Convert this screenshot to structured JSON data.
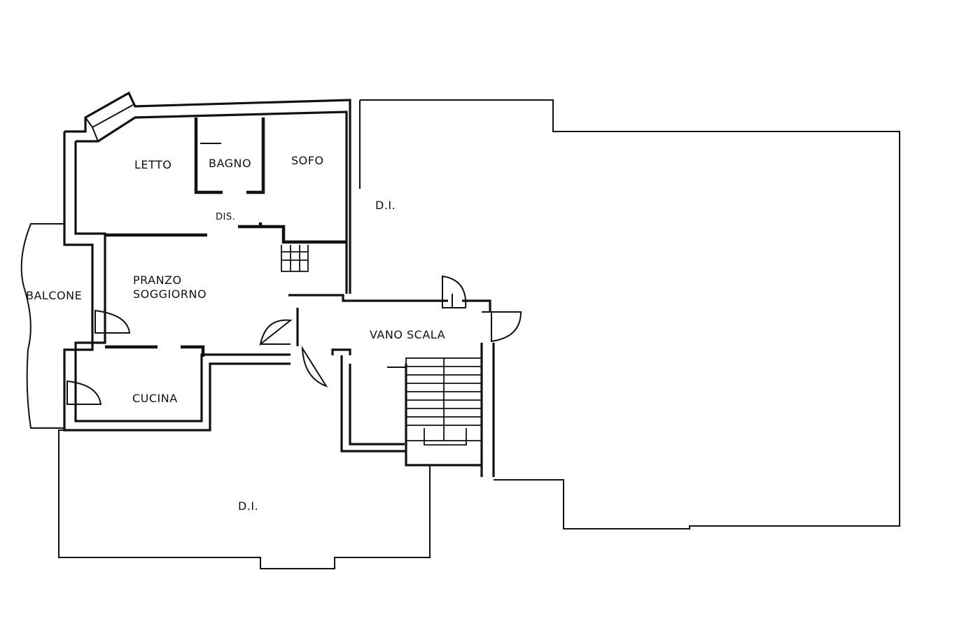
{
  "plan": {
    "rooms": {
      "letto": "LETTO",
      "bagno": "BAGNO",
      "sofo": "SOFO",
      "dis": "DIS.",
      "di_top": "D.I.",
      "balcone": "BALCONE",
      "pranzo": "PRANZO",
      "soggiorno": "SOGGIORNO",
      "vano_scala": "VANO SCALA",
      "cucina": "CUCINA",
      "di_bottom": "D.I."
    }
  }
}
